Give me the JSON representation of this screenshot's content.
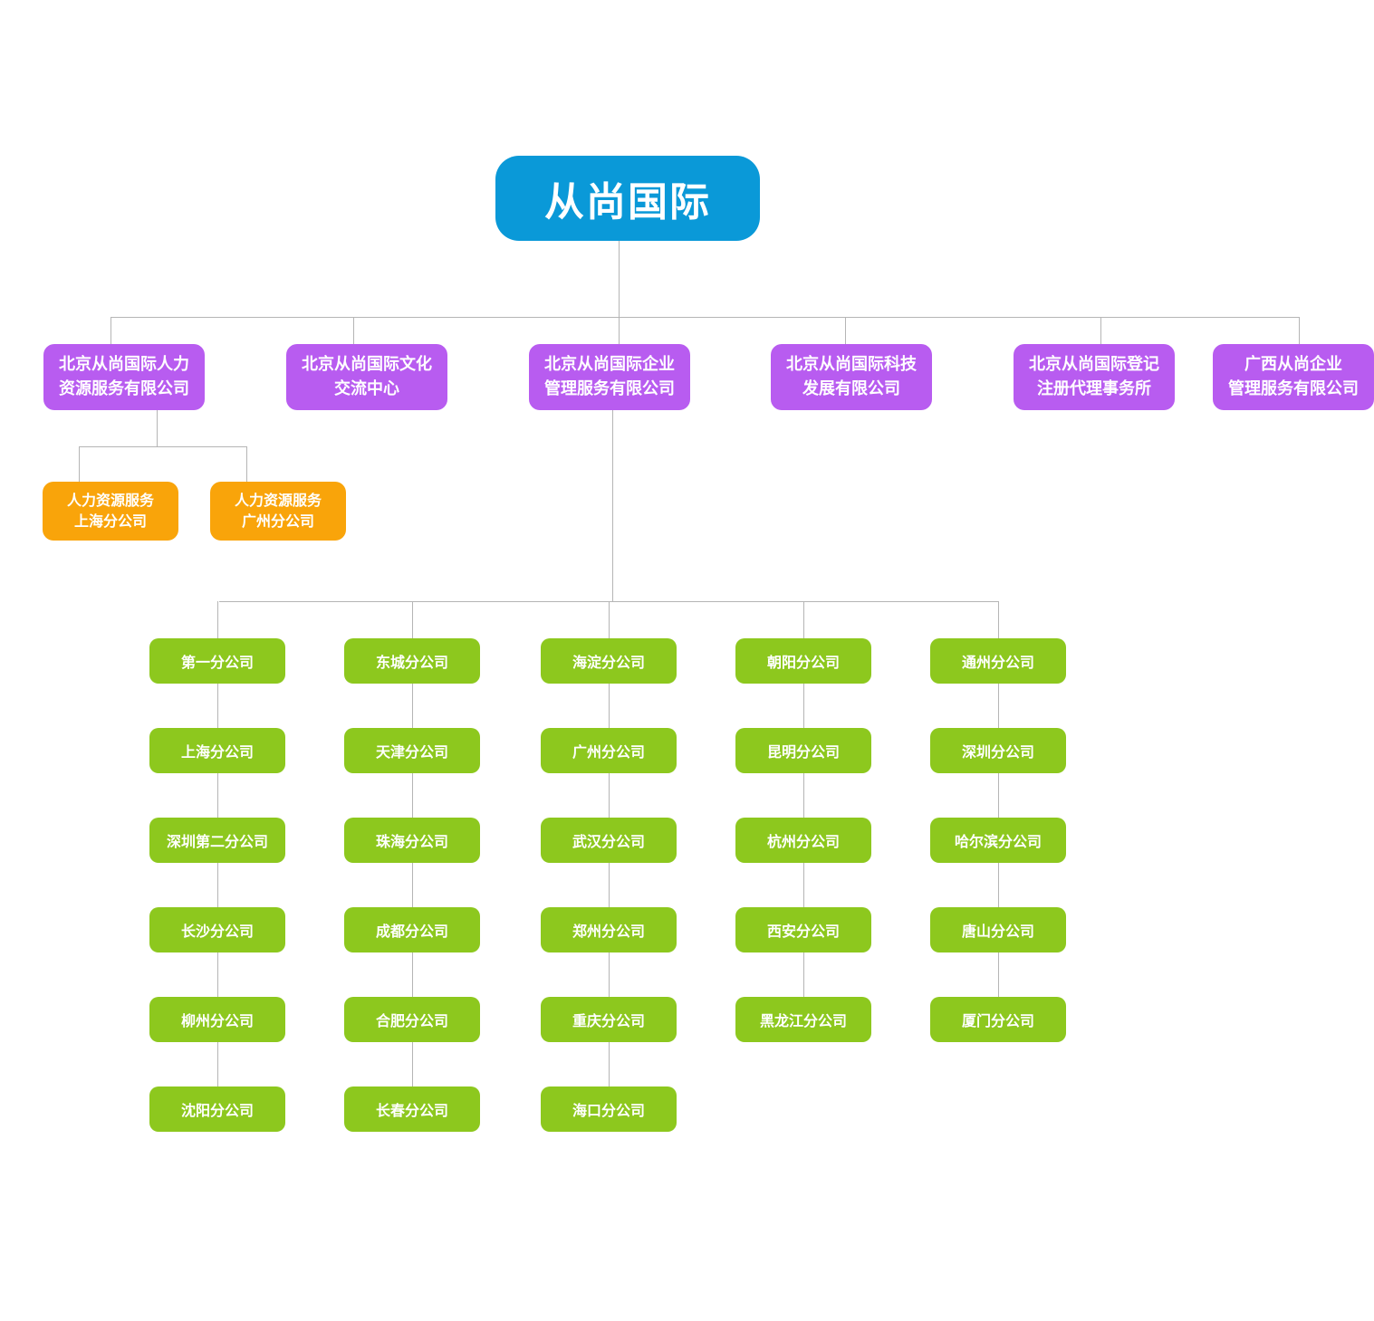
{
  "root": {
    "label": "从尚国际"
  },
  "subsidiaries": [
    {
      "label": "北京从尚国际人力\n资源服务有限公司"
    },
    {
      "label": "北京从尚国际文化\n交流中心"
    },
    {
      "label": "北京从尚国际企业\n管理服务有限公司"
    },
    {
      "label": "北京从尚国际科技\n发展有限公司"
    },
    {
      "label": "北京从尚国际登记\n注册代理事务所"
    },
    {
      "label": "广西从尚企业\n管理服务有限公司"
    }
  ],
  "hr_branches": [
    {
      "label": "人力资源服务\n上海分公司"
    },
    {
      "label": "人力资源服务\n广州分公司"
    }
  ],
  "management_branches": {
    "columns": [
      [
        "第一分公司",
        "上海分公司",
        "深圳第二分公司",
        "长沙分公司",
        "柳州分公司",
        "沈阳分公司"
      ],
      [
        "东城分公司",
        "天津分公司",
        "珠海分公司",
        "成都分公司",
        "合肥分公司",
        "长春分公司"
      ],
      [
        "海淀分公司",
        "广州分公司",
        "武汉分公司",
        "郑州分公司",
        "重庆分公司",
        "海口分公司"
      ],
      [
        "朝阳分公司",
        "昆明分公司",
        "杭州分公司",
        "西安分公司",
        "黑龙江分公司"
      ],
      [
        "通州分公司",
        "深圳分公司",
        "哈尔滨分公司",
        "唐山分公司",
        "厦门分公司"
      ]
    ]
  },
  "colors": {
    "root": "#0a99d8",
    "level2": "#b85cf0",
    "orange": "#f9a40a",
    "green": "#8dc81e",
    "line": "#b5b5b5"
  }
}
